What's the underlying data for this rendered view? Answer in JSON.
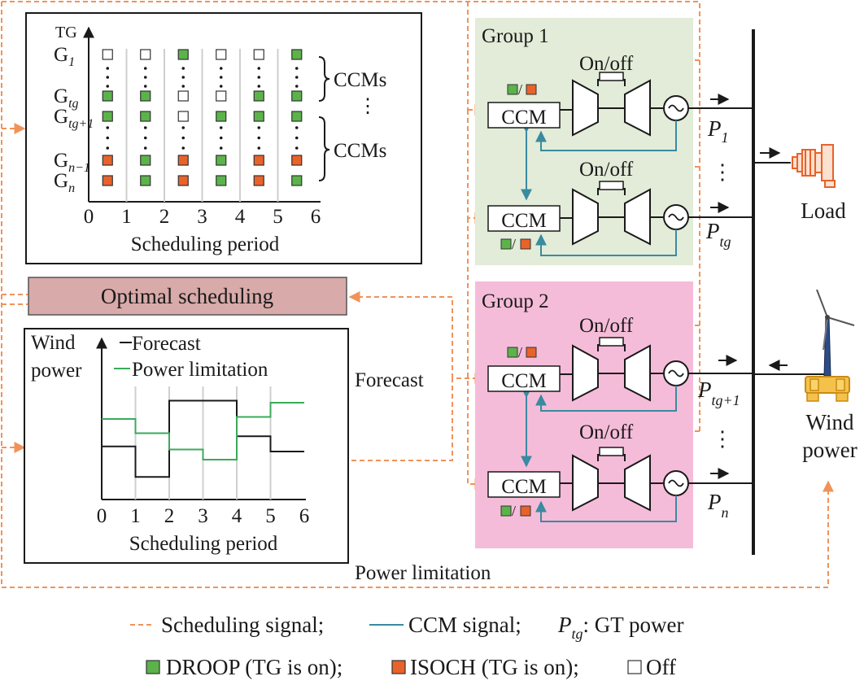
{
  "colors": {
    "droop": "#5bb34a",
    "isoch": "#e8622a",
    "off": "#ffffff",
    "signal_orange": "#f0935a",
    "ccm_teal": "#3a8aa0",
    "group1_bg": "#e2ecd8",
    "group2_bg": "#f5bcd9",
    "optimal_bg": "#d9aaaa",
    "forecast_line": "#1a1a1a",
    "limit_line": "#3aaa5a"
  },
  "schedule_panel": {
    "axis_label": "TG",
    "rows": [
      {
        "base": "G",
        "sub": "1"
      },
      {
        "base": "G",
        "sub": "tg"
      },
      {
        "base": "G",
        "sub": "tg+1"
      },
      {
        "base": "G",
        "sub": "n−1"
      },
      {
        "base": "G",
        "sub": "n"
      }
    ],
    "states": [
      [
        "off",
        "off",
        "droop",
        "off",
        "off",
        "droop"
      ],
      [
        "droop",
        "droop",
        "off",
        "off",
        "droop",
        "droop"
      ],
      [
        "droop",
        "droop",
        "off",
        "droop",
        "droop",
        "droop"
      ],
      [
        "isoch",
        "droop",
        "isoch",
        "droop",
        "isoch",
        "isoch"
      ],
      [
        "isoch",
        "droop",
        "isoch",
        "droop",
        "isoch",
        "droop"
      ]
    ],
    "ticks": [
      "0",
      "1",
      "2",
      "3",
      "4",
      "5",
      "6"
    ],
    "xlabel": "Scheduling period",
    "ccm_label_1": "CCMs",
    "ccm_label_2": "CCMs",
    "middle_dots": "⋮"
  },
  "optimal": {
    "label": "Optimal scheduling"
  },
  "forecast_chart": {
    "ylabel_1": "Wind",
    "ylabel_2": "power",
    "legend_forecast": "Forecast",
    "legend_limit": "Power limitation",
    "ticks": [
      "0",
      "1",
      "2",
      "3",
      "4",
      "5",
      "6"
    ],
    "xlabel": "Scheduling period"
  },
  "chart_data": {
    "type": "line",
    "x": [
      0,
      1,
      2,
      3,
      4,
      5,
      6
    ],
    "xlabel": "Scheduling period",
    "ylabel": "Wind power",
    "series": [
      {
        "name": "Forecast",
        "values": [
          0.45,
          0.15,
          0.9,
          0.9,
          0.55,
          0.4
        ]
      },
      {
        "name": "Power limitation",
        "values": [
          0.72,
          0.58,
          0.42,
          0.32,
          0.74,
          0.88
        ]
      }
    ]
  },
  "labels": {
    "forecast": "Forecast",
    "power_limitation": "Power limitation",
    "load": "Load",
    "wind_power_1": "Wind",
    "wind_power_2": "power"
  },
  "groups": [
    {
      "title": "Group 1",
      "units": [
        {
          "ccm": "CCM",
          "onoff": "On/off",
          "p_base": "P",
          "p_sub": "1"
        },
        {
          "ccm": "CCM",
          "onoff": "On/off",
          "p_base": "P",
          "p_sub": "tg"
        }
      ]
    },
    {
      "title": "Group 2",
      "units": [
        {
          "ccm": "CCM",
          "onoff": "On/off",
          "p_base": "P",
          "p_sub": "tg+1"
        },
        {
          "ccm": "CCM",
          "onoff": "On/off",
          "p_base": "P",
          "p_sub": "n"
        }
      ]
    }
  ],
  "legend": {
    "sched": "Scheduling signal;",
    "ccm": "CCM signal;",
    "ptg_base": "P",
    "ptg_sub": "tg",
    "ptg_desc": ": GT power",
    "droop": "DROOP (TG is on);",
    "isoch": "ISOCH (TG is on);",
    "off": "Off"
  }
}
